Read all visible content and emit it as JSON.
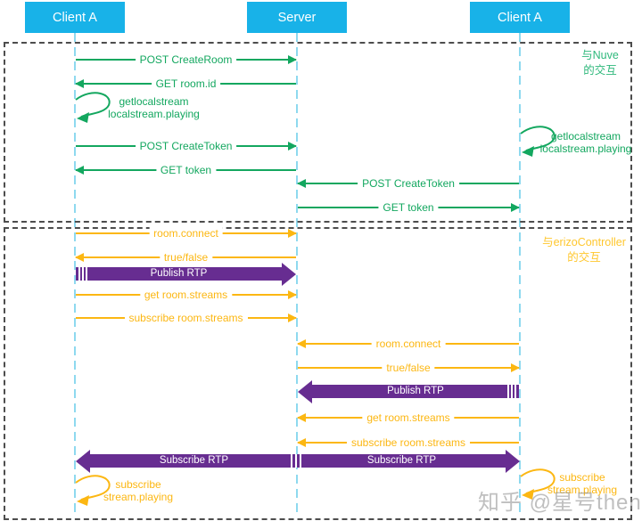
{
  "colors": {
    "actor_box": "#18b2e8",
    "lifeline": "#8ed9ef",
    "frame_border": "#4d4d4d",
    "nuve_green": "#13a75f",
    "nuve_label_green": "#2eb87b",
    "erizo_yellow": "#fcb712",
    "erizo_label_yellow": "#ffc72e",
    "rtp_purple": "#672d91"
  },
  "actors": {
    "left": "Client A",
    "middle": "Server",
    "right": "Client A"
  },
  "nuve": {
    "label": [
      "与Nuve",
      "的交互"
    ],
    "post_create_room": "POST CreateRoom",
    "get_room_id": "GET room.id",
    "local_loop": [
      "getlocalstream",
      "localstream.playing"
    ],
    "post_create_token": "POST CreateToken",
    "get_token": "GET token",
    "remote_post_create_token": "POST CreateToken",
    "remote_get_token": "GET token",
    "remote_loop": [
      "getlocalstream",
      "localstream.playing"
    ]
  },
  "erizo": {
    "label": [
      "与erizoController",
      "的交互"
    ],
    "left": {
      "room_connect": "room.connect",
      "true_false": "true/false",
      "publish_rtp": "Publish RTP",
      "get_room_streams": "get room.streams",
      "subscribe_room_streams": "subscribe room.streams"
    },
    "right": {
      "room_connect": "room.connect",
      "true_false": "true/false",
      "publish_rtp": "Publish RTP",
      "get_room_streams": "get room.streams",
      "subscribe_room_streams": "subscribe room.streams"
    },
    "subscribe_rtp": [
      "Subscribe RTP",
      "Subscribe RTP"
    ],
    "left_loop": [
      "subscribe",
      "stream.playing"
    ],
    "right_loop": [
      "subscribe",
      "stream.playing"
    ]
  },
  "watermark": "知乎 @星号then"
}
